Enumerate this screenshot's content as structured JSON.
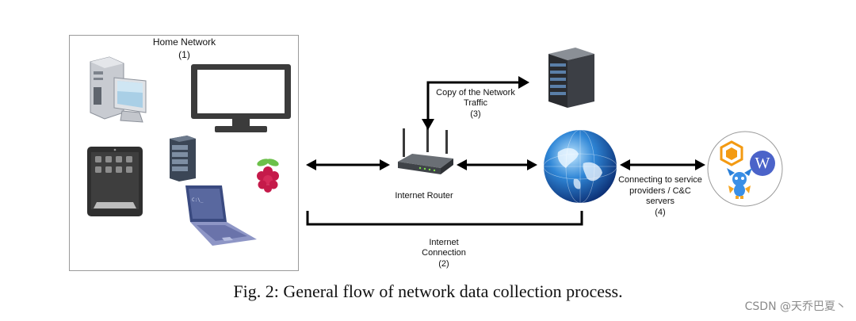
{
  "home_network": {
    "title": "Home Network",
    "number": "(1)"
  },
  "router": {
    "label": "Internet Router"
  },
  "copy_traffic": {
    "line1": "Copy of the Network",
    "line2": "Traffic",
    "number": "(3)"
  },
  "internet_connection": {
    "line1": "Internet",
    "line2": "Connection",
    "number": "(2)"
  },
  "service_providers": {
    "line1": "Connecting to service",
    "line2": "providers / C&C",
    "line3": "servers",
    "number": "(4)"
  },
  "providers_circle": {
    "w_logo": "W"
  },
  "caption": "Fig. 2: General flow of network data collection process.",
  "watermark": "CSDN @天乔巴夏丶"
}
